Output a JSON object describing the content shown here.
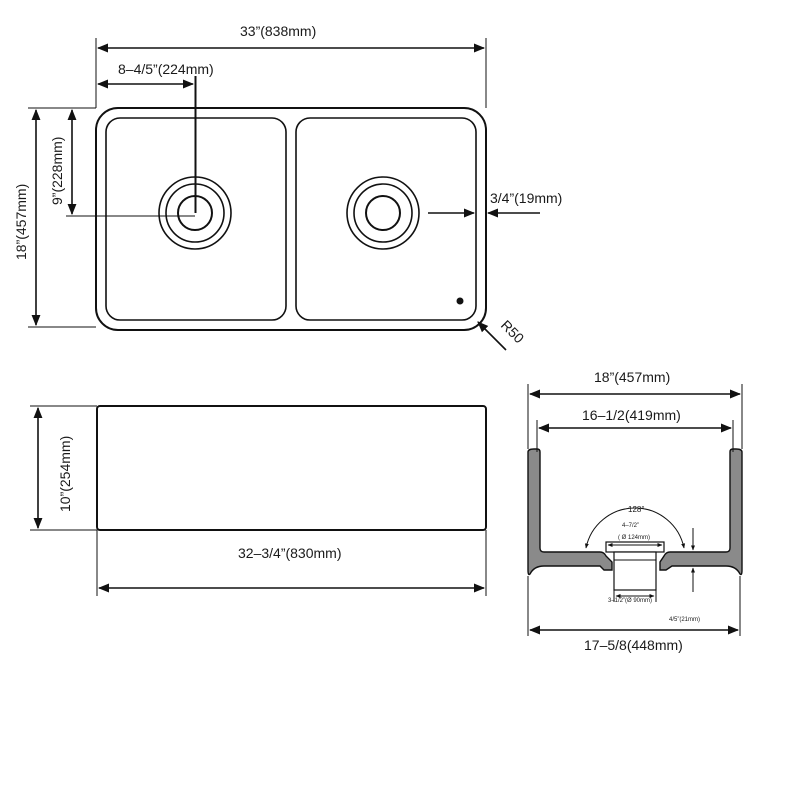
{
  "top_view": {
    "overall_width": "33”(838mm)",
    "drain_offset": "8–4/5”(224mm)",
    "overall_depth": "18”(457mm)",
    "drain_depth": "9”(228mm)",
    "wall_thickness": "3/4”(19mm)",
    "corner_radius": "R50"
  },
  "front_view": {
    "height": "10”(254mm)",
    "width": "32–3/4”(830mm)"
  },
  "side_view": {
    "outer_depth": "18”(457mm)",
    "inner_depth": "16–1/2(419mm)",
    "angle": "128°",
    "drain_outer": "4–7/2”",
    "drain_outer_mm": "( Ø 124mm)",
    "drain_inner": "3–1/2”(Ø 90mm)",
    "bottom_thickness": "4/5”(21mm)",
    "bottom_width": "17–5/8(448mm)"
  },
  "colors": {
    "line": "#111111",
    "wall_fill": "#8a8a8a"
  }
}
